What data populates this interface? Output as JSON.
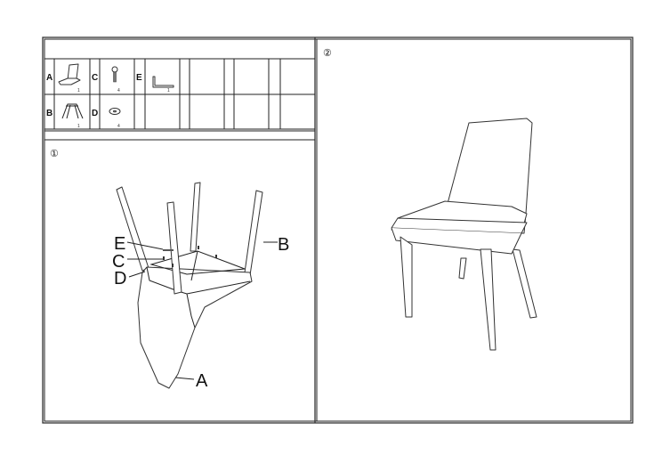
{
  "parts": [
    {
      "letter": "A",
      "name": "seat-shell",
      "qty": "1"
    },
    {
      "letter": "B",
      "name": "leg-frame",
      "qty": "1"
    },
    {
      "letter": "C",
      "name": "bolt",
      "qty": "4"
    },
    {
      "letter": "D",
      "name": "washer",
      "qty": "4"
    },
    {
      "letter": "E",
      "name": "allen-key",
      "qty": "1"
    }
  ],
  "step1": {
    "number": "①",
    "callouts": {
      "A": "A",
      "B": "B",
      "C": "C",
      "D": "D",
      "E": "E"
    }
  },
  "step2": {
    "number": "②"
  }
}
